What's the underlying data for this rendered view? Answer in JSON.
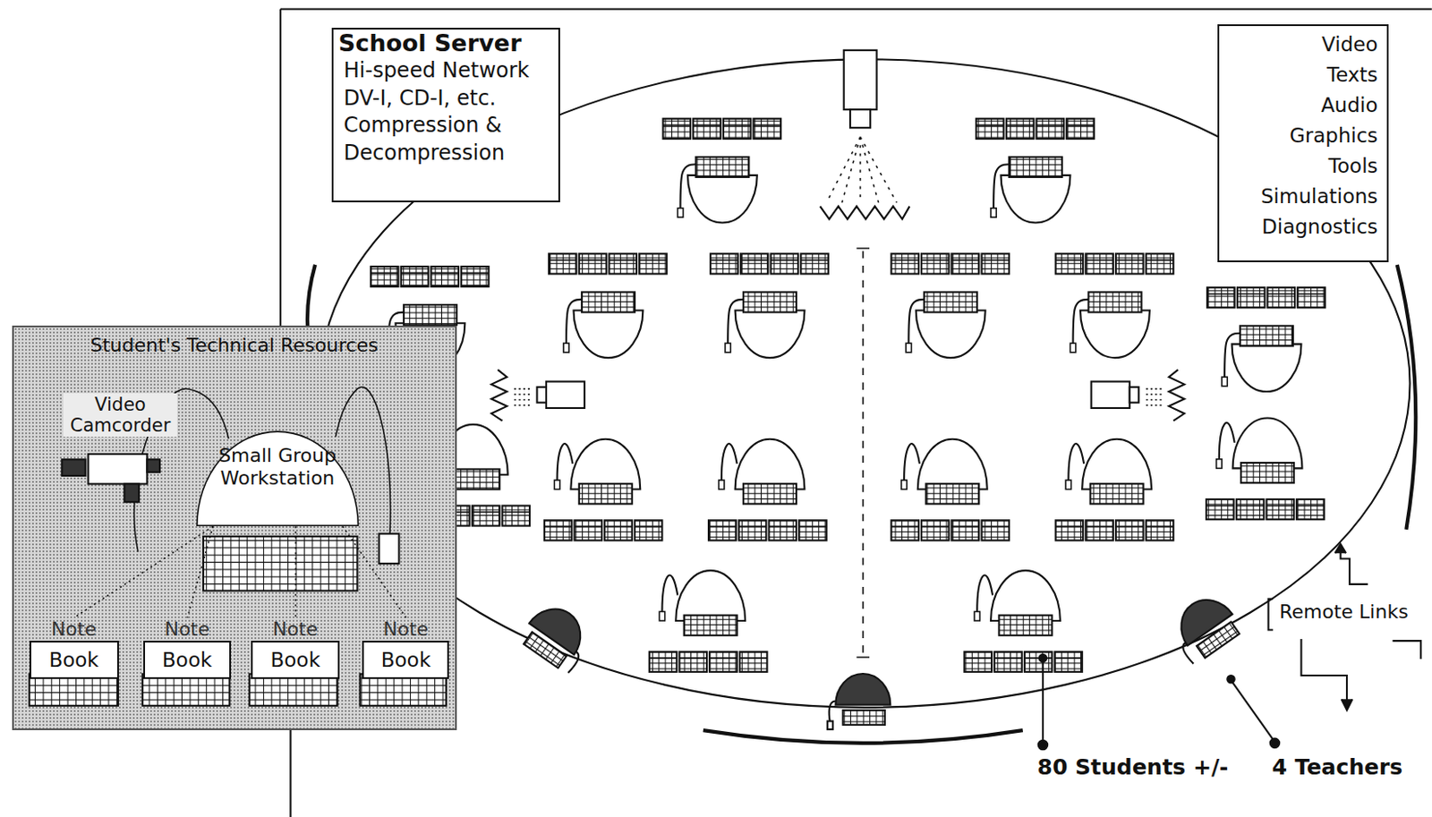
{
  "diagram": {
    "nodes": [
      {
        "text": [
          "School Server",
          "Hi-speed Network",
          "DV-I, CD-I, etc.",
          "Compression & Decompression"
        ]
      },
      {
        "text": [
          "Video",
          "Texts",
          "Audio",
          "Graphics",
          "Tools",
          "Simulations",
          "Diagnostics"
        ]
      },
      {
        "text": [
          "Student's Technical Resources"
        ]
      },
      {
        "text": [
          "Small Group Workstation"
        ],
        "in": 2
      },
      {
        "text": [
          "Note",
          "Book"
        ],
        "in": 2
      },
      {
        "text": [
          "Note",
          "Book"
        ],
        "in": 2
      },
      {
        "text": [
          "Note",
          "Book"
        ],
        "in": 2
      },
      {
        "text": [
          "Note",
          "Book"
        ],
        "in": 2
      }
    ],
    "edges": [
      {
        "from": 3,
        "to": 4,
        "arrow": "none"
      },
      {
        "from": 3,
        "to": 5,
        "arrow": "none"
      },
      {
        "from": 3,
        "to": 6,
        "arrow": "none"
      },
      {
        "from": 3,
        "to": 7,
        "arrow": "none"
      }
    ],
    "labels": [
      "Video Camcorder",
      "Remote Links",
      "80 Students +/-",
      "4 Teachers"
    ]
  }
}
